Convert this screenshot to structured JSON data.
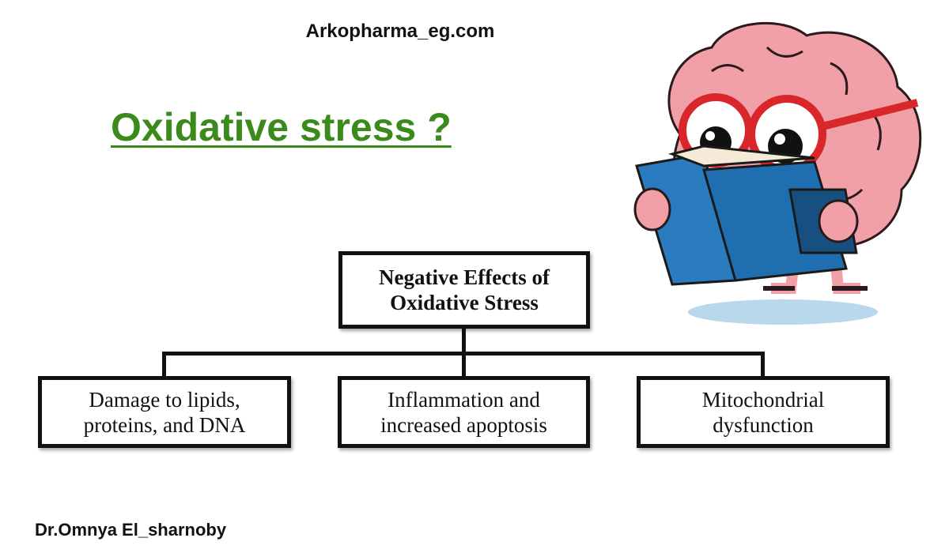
{
  "header": {
    "site": "Arkopharma_eg.com",
    "title": "Oxidative stress ?"
  },
  "diagram": {
    "root": {
      "line1": "Negative Effects of",
      "line2": "Oxidative Stress"
    },
    "children": [
      {
        "line1": "Damage to lipids,",
        "line2": "proteins, and DNA"
      },
      {
        "line1": "Inflammation and",
        "line2": "increased apoptosis"
      },
      {
        "line1": "Mitochondrial",
        "line2": "dysfunction"
      }
    ]
  },
  "footer": {
    "author": "Dr.Omnya El_sharnoby"
  },
  "colors": {
    "title": "#3a8a1c",
    "brain": "#f2a0a8",
    "glasses": "#d8262a",
    "book": "#1f6fb0"
  }
}
